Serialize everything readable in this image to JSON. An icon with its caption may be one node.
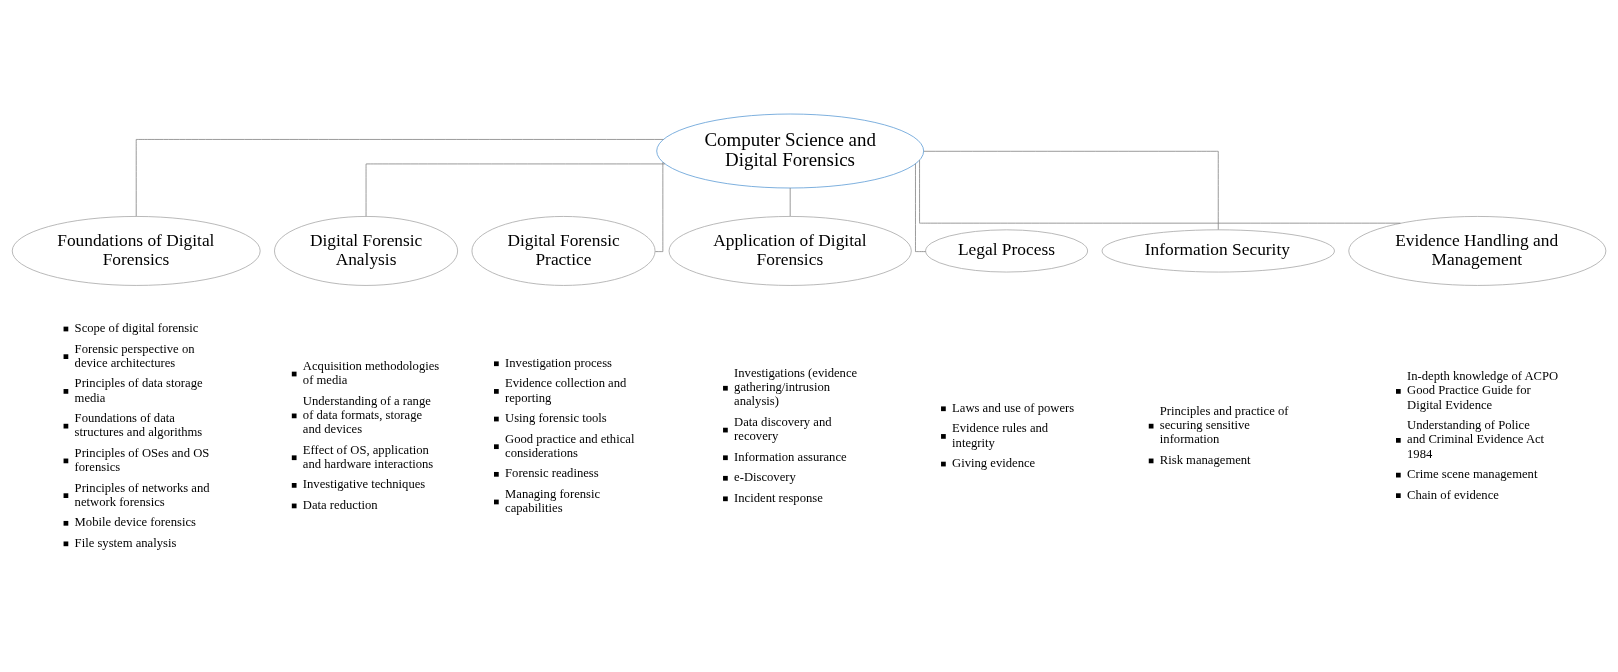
{
  "diagram": {
    "nodes": [
      {
        "text": [
          "Computer Science and Digital Forensics"
        ]
      },
      {
        "text": [
          "Foundations of Digital Forensics"
        ],
        "beside": [
          "Scope of digital forensic",
          "Forensic perspective on device architectures",
          "Principles of data storage media",
          "Foundations of data structures and algorithms",
          "Principles of OSes and OS forensics",
          "Principles of networks and network forensics",
          "Mobile device forensics",
          "File system analysis"
        ]
      },
      {
        "text": [
          "Digital Forensic Analysis"
        ],
        "beside": [
          "Acquisition methodologies of media",
          "Understanding of a range of data formats, storage and devices",
          "Effect of OS, application and hardware interactions",
          "Investigative techniques",
          "Data reduction"
        ]
      },
      {
        "text": [
          "Digital Forensic Practice"
        ],
        "beside": [
          "Investigation process",
          "Evidence collection and reporting",
          "Using forensic tools",
          "Good practice and ethical considerations",
          "Forensic readiness",
          "Managing forensic capabilities"
        ]
      },
      {
        "text": [
          "Application of Digital Forensics"
        ],
        "beside": [
          "Investigations (evidence gathering/intrusion analysis)",
          "Data discovery and recovery",
          "Information assurance",
          "e-Discovery",
          "Incident response"
        ]
      },
      {
        "text": [
          "Legal Process"
        ],
        "beside": [
          "Laws and use of powers",
          "Evidence rules and integrity",
          "Giving evidence"
        ]
      },
      {
        "text": [
          "Information Security"
        ],
        "beside": [
          "Principles and practice of securing sensitive information",
          "Risk management"
        ]
      },
      {
        "text": [
          "Evidence Handling and Management"
        ],
        "beside": [
          "In-depth knowledge of ACPO Good Practice Guide for Digital Evidence",
          "Understanding of Police and Criminal Evidence Act 1984",
          "Crime scene management",
          "Chain of evidence"
        ]
      }
    ],
    "edges": [
      {
        "from": 0,
        "to": 1,
        "arrow": "none"
      },
      {
        "from": 0,
        "to": 2,
        "arrow": "none"
      },
      {
        "from": 0,
        "to": 3,
        "arrow": "none"
      },
      {
        "from": 0,
        "to": 4,
        "arrow": "none"
      },
      {
        "from": 0,
        "to": 5,
        "arrow": "none"
      },
      {
        "from": 0,
        "to": 6,
        "arrow": "none"
      },
      {
        "from": 0,
        "to": 7,
        "arrow": "none"
      }
    ]
  }
}
